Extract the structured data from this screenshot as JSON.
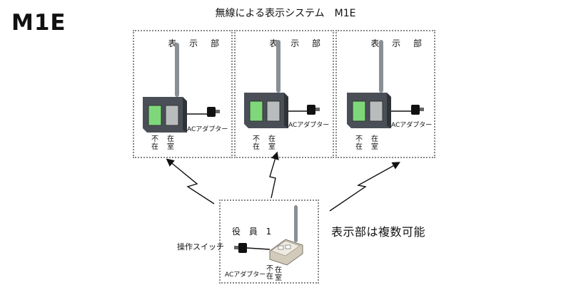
{
  "model": "M1E",
  "title": "無線による表示システム　M1E",
  "display_unit": {
    "label": "表 示 部",
    "status_absent": [
      "不",
      "在"
    ],
    "status_present": [
      "在",
      "室"
    ],
    "adapter": "ACアダプター"
  },
  "displays": [
    {
      "label": "表 示 部"
    },
    {
      "label": "表 示 部"
    },
    {
      "label": "表 示 部"
    }
  ],
  "controller": {
    "label": "役 員 1",
    "switch_label": "操作スイッチ",
    "adapter": "ACアダプター",
    "status_absent": [
      "不",
      "在"
    ],
    "status_present": [
      "在",
      "室"
    ]
  },
  "caption": "表示部は複数可能",
  "colors": {
    "device_body": "#4a4f57",
    "lamp_absent": "#7ed87a",
    "lamp_present": "#b9bcbd",
    "box_border": "#888888"
  }
}
